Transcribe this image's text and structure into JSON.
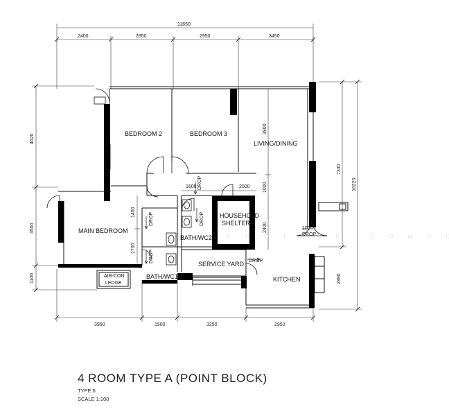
{
  "title": "4 ROOM TYPE A (POINT BLOCK)",
  "type_label": "TYPE 6",
  "scale_label": "SCALE  1:100",
  "watermark": "R E N O T A L K . C O M   H D B",
  "dimensions": {
    "total_width": "11650",
    "top": [
      "2400",
      "2850",
      "2950",
      "3450"
    ],
    "bottom": [
      "3950",
      "1500",
      "3250",
      "2950"
    ],
    "left": [
      "4620",
      "3500",
      "1100"
    ],
    "right_outer": "10220",
    "right_inner": [
      "7330",
      "2890"
    ],
    "interior": {
      "living_height": "3900",
      "living_lower": "1000",
      "shelter_height": "2400",
      "hall_width_a": "1600",
      "hall_width_b": "2000",
      "bath_height_a": "1400",
      "bath_height_b": "1700",
      "balcony_width": "100"
    }
  },
  "rooms": {
    "bedroom2": "BEDROOM 2",
    "bedroom3": "BEDROOM 3",
    "living": "LIVING/DINING",
    "main_bedroom": "MAIN BEDROOM",
    "household_shelter_line1": "HOUSEHOLD",
    "household_shelter_line2": "SHELTER",
    "bath_wc2": "BATH/WC2",
    "bath_wc1": "BATH/WC1",
    "service_yard": "SERVICE YARD",
    "kitchen": "KITCHEN",
    "aircon_line1": "AIR-CON",
    "aircon_line2": "LEDGE",
    "drop": "DROP"
  }
}
